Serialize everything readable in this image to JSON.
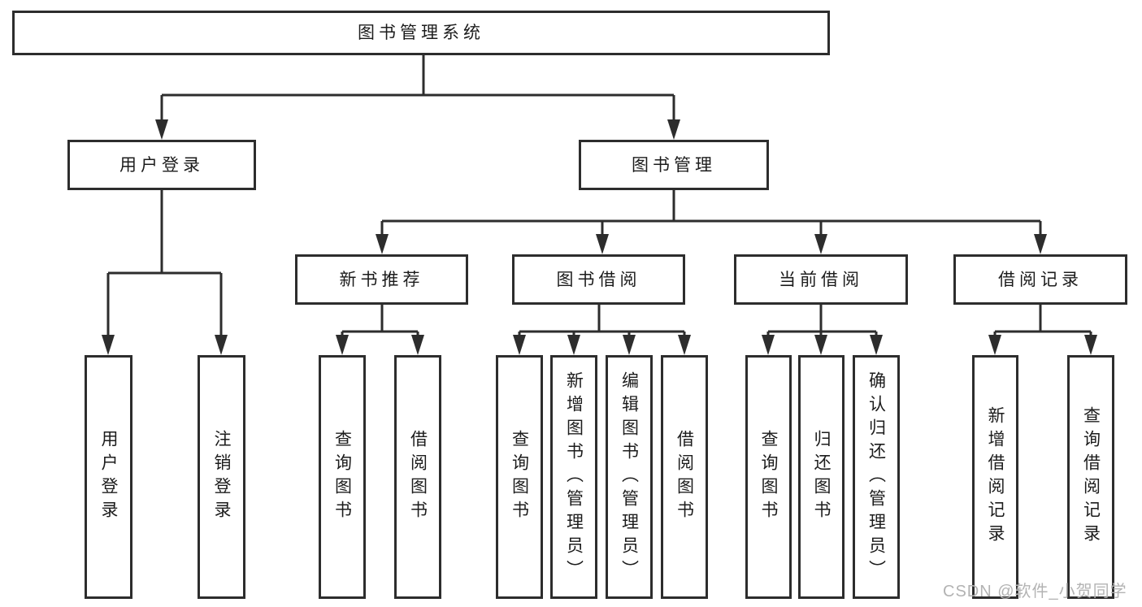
{
  "diagram": {
    "title_node": "图书管理系统",
    "level2": {
      "user_login": "用户登录",
      "book_management": "图书管理"
    },
    "level3": {
      "new_book_recommend": "新书推荐",
      "book_borrowing": "图书借阅",
      "current_borrowing": "当前借阅",
      "borrowing_records": "借阅记录"
    },
    "leaves": {
      "user_login": [
        "用户登录",
        "注销登录"
      ],
      "new_book_recommend": [
        "查询图书",
        "借阅图书"
      ],
      "book_borrowing": [
        "查询图书",
        "新增图书（管理员）",
        "编辑图书（管理员）",
        "借阅图书"
      ],
      "current_borrowing": [
        "查询图书",
        "归还图书",
        "确认归还（管理员）"
      ],
      "borrowing_records": [
        "新增借阅记录",
        "查询借阅记录"
      ]
    },
    "watermark": "CSDN @软件_小贺同学",
    "colors": {
      "line": "#2d2d2d",
      "text": "#1c1c1c",
      "watermark": "#b3b3b3",
      "background": "#ffffff"
    }
  }
}
